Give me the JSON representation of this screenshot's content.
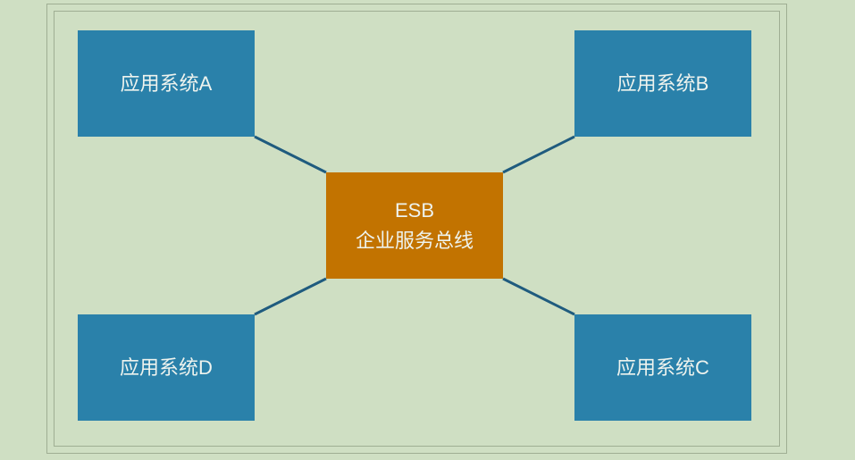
{
  "diagram": {
    "hub": {
      "title": "ESB",
      "subtitle": "企业服务总线"
    },
    "systems": {
      "a": "应用系统A",
      "b": "应用系统B",
      "c": "应用系统C",
      "d": "应用系统D"
    }
  },
  "colors": {
    "background": "#cfdfc3",
    "system_box": "#2a81aa",
    "hub_box": "#c27300",
    "connector": "#1f5b7e",
    "frame": "#9fae93",
    "box_text": "#eef3ee"
  }
}
